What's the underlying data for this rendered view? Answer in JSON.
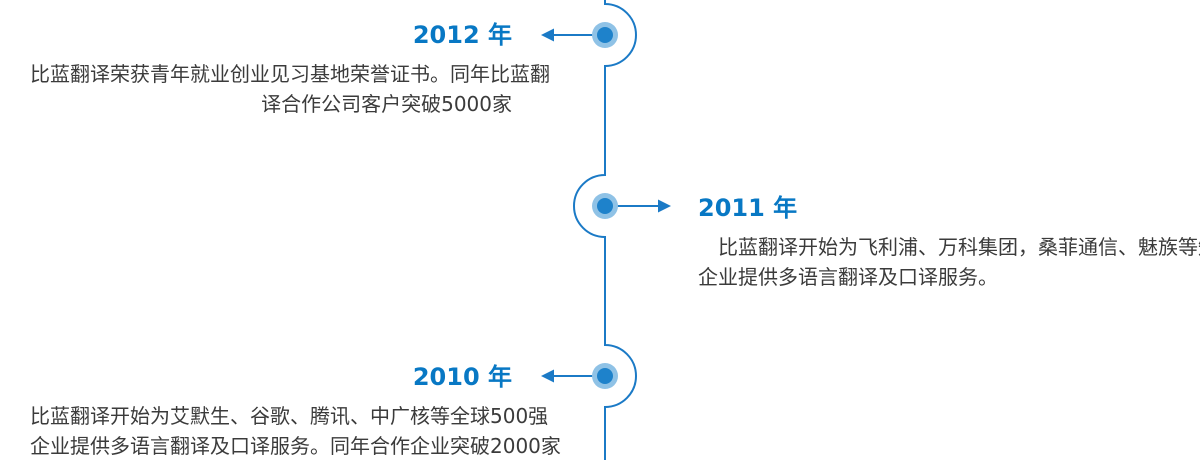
{
  "colors": {
    "accent": "#0878c4",
    "line": "#1b7ac6",
    "dot_core": "#1e82cb",
    "dot_halo": "#8fc2e6",
    "text": "#3b3b3b",
    "background": "#ffffff"
  },
  "timeline": {
    "items": [
      {
        "year_label": "2012 年",
        "side": "left",
        "desc_lines": [
          "比蓝翻译荣获青年就业创业见习基地荣誉证书。同年比蓝翻",
          "译合作公司客户突破5000家"
        ]
      },
      {
        "year_label": "2011 年",
        "side": "right",
        "desc_lines": [
          "比蓝翻译开始为飞利浦、万科集团，桑菲通信、魅族等知名",
          "企业提供多语言翻译及口译服务。"
        ]
      },
      {
        "year_label": "2010 年",
        "side": "left",
        "desc_lines": [
          "比蓝翻译开始为艾默生、谷歌、腾讯、中广核等全球500强",
          "企业提供多语言翻译及口译服务。同年合作企业突破2000家"
        ]
      }
    ]
  }
}
